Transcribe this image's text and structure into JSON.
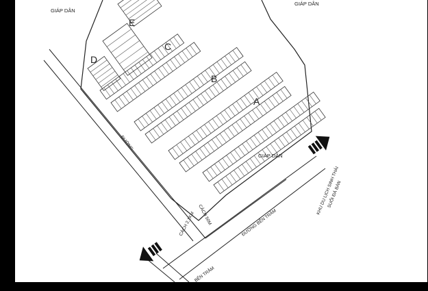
{
  "labels": {
    "giap_dan_top_left": "GIÁP DÂN",
    "giap_dan_top_right": "GIÁP DÂN",
    "giap_dan_mid_right": "GIÁP DÂN",
    "road_duong": "ĐƯỜNG",
    "cach_50m": "CÁCH 50M",
    "duong_ben_tram": "ĐƯỜNG BẾN TRÂM",
    "cach_2_1km": "CÁCH 2,1KM",
    "ben_tram_bottom": "BẾN TRÂM",
    "khu_du_lich_line1": "KHU DU LỊCH SINH THÁI",
    "khu_du_lich_line2": "SUỐI ĐÁ BÀN"
  },
  "blocks": {
    "a": "A",
    "b": "B",
    "c": "C",
    "d": "D",
    "e": "E"
  },
  "icons": [
    "arrow-right-icon",
    "arrow-left-icon"
  ],
  "colors": {
    "background": "#000000",
    "map": "#ffffff",
    "ink": "#222222"
  }
}
